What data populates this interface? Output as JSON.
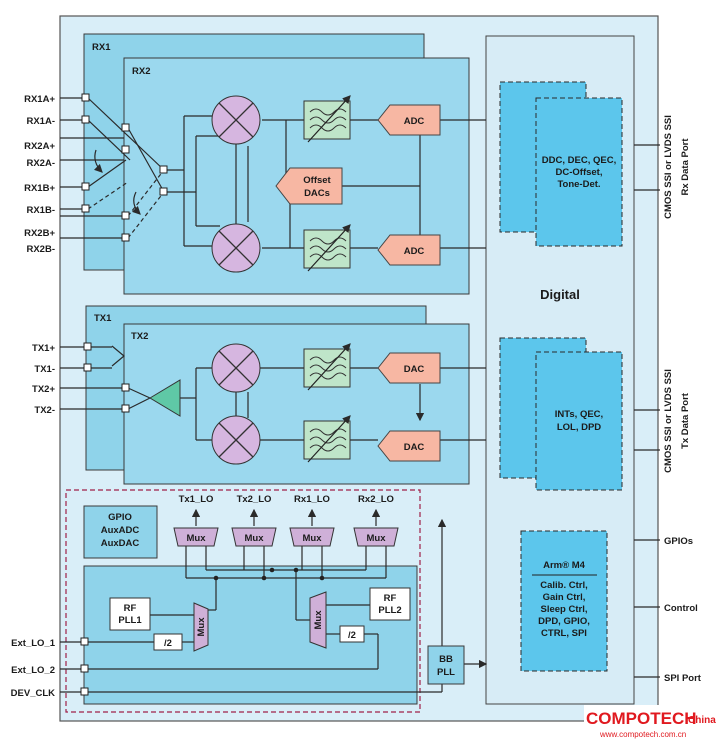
{
  "blocks": {
    "rx1": "RX1",
    "rx2": "RX2",
    "tx1": "TX1",
    "tx2": "TX2",
    "digital": "Digital",
    "adc": "ADC",
    "dac": "DAC",
    "offset_dacs": [
      "Offset",
      "DACs"
    ],
    "rx_dsp": [
      "DDC, DEC, QEC,",
      "DC-Offset,",
      "Tone-Det."
    ],
    "tx_dsp": [
      "INTs, QEC,",
      "LOL, DPD"
    ],
    "gpio_aux": [
      "GPIO",
      "AuxADC",
      "AuxDAC"
    ],
    "mux": "Mux",
    "rf_pll1": [
      "RF",
      "PLL1"
    ],
    "rf_pll2": [
      "RF",
      "PLL2"
    ],
    "div2": "/2",
    "bb_pll": [
      "BB",
      "PLL"
    ],
    "arm_title": "Arm® M4",
    "arm_items": [
      "Calib. Ctrl,",
      "Gain Ctrl,",
      "Sleep Ctrl,",
      "DPD, GPIO,",
      "CTRL, SPI"
    ]
  },
  "lo_labels": [
    "Tx1_LO",
    "Tx2_LO",
    "Rx1_LO",
    "Rx2_LO"
  ],
  "pins_left": {
    "rx": [
      "RX1A+",
      "RX1A-",
      "RX2A+",
      "RX2A-",
      "RX1B+",
      "RX1B-",
      "RX2B+",
      "RX2B-"
    ],
    "tx": [
      "TX1+",
      "TX1-",
      "TX2+",
      "TX2-"
    ],
    "clk": [
      "Ext_LO_1",
      "Ext_LO_2",
      "DEV_CLK"
    ]
  },
  "pins_right": {
    "rx_port": [
      "CMOS SSI or LVDS SSI",
      "Rx Data Port"
    ],
    "tx_port": [
      "CMOS SSI or LVDS SSI",
      "Tx Data Port"
    ],
    "gpios": "GPIOs",
    "control": "Control",
    "spi": "SPI Port"
  },
  "watermark": {
    "brand": "COMPOTECH",
    "region": "China",
    "url": "www.compotech.com.cn"
  },
  "colors": {
    "block_blue": "#8fd3ea",
    "dsp_blue": "#5cc6ec",
    "converter": "#f7b7a3",
    "filter": "#bfe5c9",
    "mixer": "#d6b6e0",
    "watermark_red": "#e0191f"
  }
}
